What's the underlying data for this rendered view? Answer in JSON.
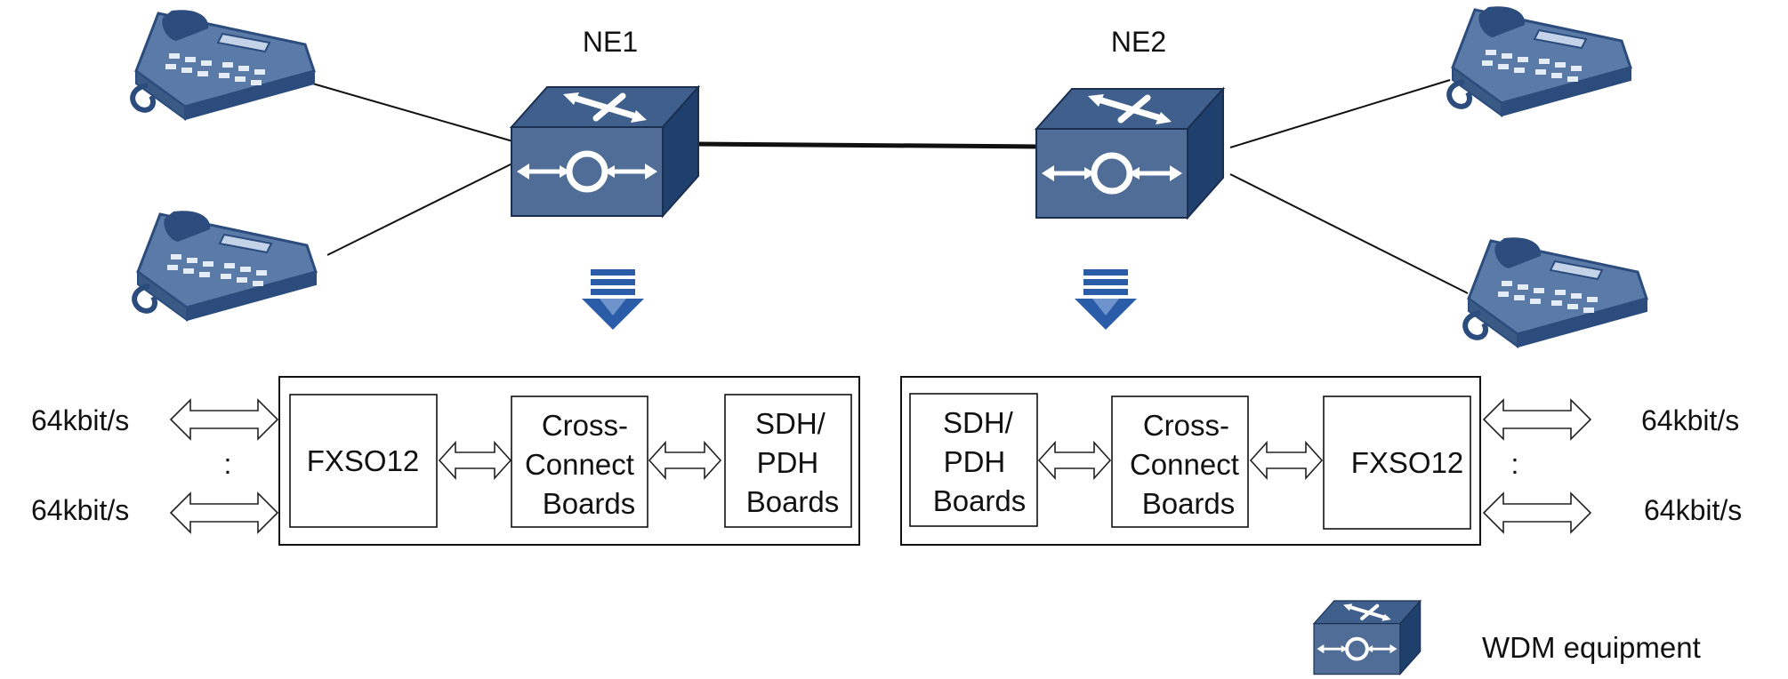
{
  "nodes": {
    "ne1": {
      "label": "NE1"
    },
    "ne2": {
      "label": "NE2"
    }
  },
  "ne1_panel": {
    "rate_top": "64kbit/s",
    "rate_bottom": "64kbit/s",
    "ellipsis": ":",
    "boards": {
      "fxso": [
        "FXSO12"
      ],
      "cross": [
        "Cross-",
        "Connect",
        "Boards"
      ],
      "sdh": [
        "SDH/",
        "PDH",
        "Boards"
      ]
    }
  },
  "ne2_panel": {
    "rate_top": "64kbit/s",
    "rate_bottom": "64kbit/s",
    "ellipsis": ":",
    "boards": {
      "sdh": [
        "SDH/",
        "PDH",
        "Boards"
      ],
      "cross": [
        "Cross-",
        "Connect",
        "Boards"
      ],
      "fxso": [
        "FXSO12"
      ]
    }
  },
  "legend": {
    "label": "WDM equipment"
  },
  "colors": {
    "device_face": "#4f6d96",
    "device_top": "#3a5a86",
    "device_side": "#1f3f6c",
    "phone": "#5a7aa8",
    "phone_dark": "#2b4c7c",
    "arrow_blue": "#2a5ca8",
    "line": "#111111"
  },
  "icons": {
    "device": "wdm-device-icon",
    "phone": "telephone-icon",
    "down_arrow": "down-arrow-icon",
    "double_arrow": "double-arrow-icon"
  }
}
